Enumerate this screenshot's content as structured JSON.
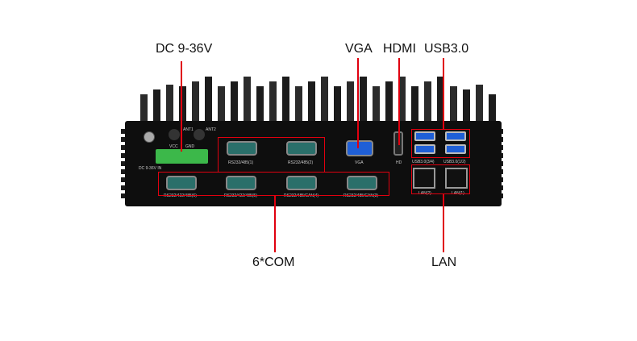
{
  "callouts": {
    "dc": "DC 9-36V",
    "vga": "VGA",
    "hdmi": "HDMI",
    "usb": "USB3.0",
    "com": "6*COM",
    "lan": "LAN"
  },
  "ports": {
    "ant1": "ANT1",
    "ant2": "ANT2",
    "dc_in": "DC 9-36V IN",
    "vcc": "VCC",
    "gnd": "GND",
    "com1": "RS232/485(1)",
    "com2": "RS232/485(2)",
    "com6": "RS232/422/485(6)",
    "com5": "RS232/422/485(5)",
    "com4": "RS232/485/CAN(4)",
    "com3": "RS232/485/CAN(3)",
    "vga": "VGA",
    "hd": "HD",
    "usb34": "USB3.0(3/4)",
    "usb12": "USB3.0(1/2)",
    "lan2": "LAN(2)",
    "lan1": "LAN(1)"
  },
  "colors": {
    "accent": "#e0000f"
  }
}
